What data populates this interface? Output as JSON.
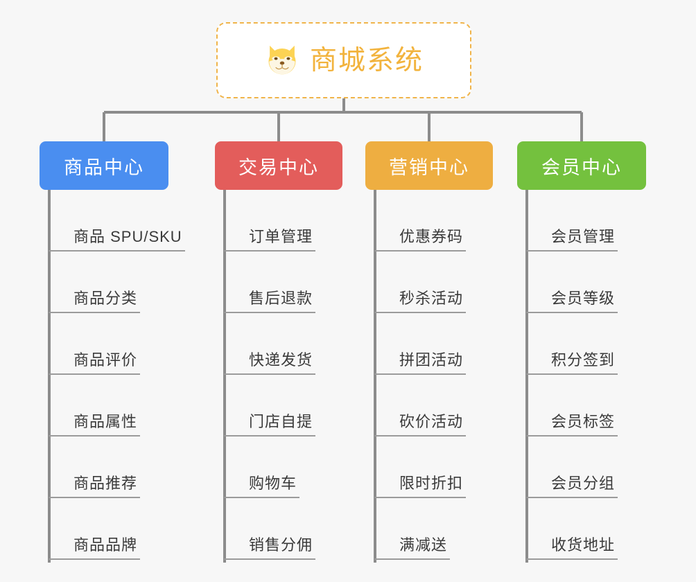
{
  "root": {
    "title": "商城系统",
    "icon": "shiba-dog-icon",
    "border_color": "#f0b44a",
    "text_color": "#f2b33d"
  },
  "canvas": {
    "background": "#f7f7f7",
    "connector_color": "#8c8c8c",
    "leaf_rule_color": "#9b9b9b"
  },
  "columns": [
    {
      "id": "product-center",
      "title": "商品中心",
      "color": "#4a8ef0",
      "items": [
        {
          "label": "商品 SPU/SKU"
        },
        {
          "label": "商品分类"
        },
        {
          "label": "商品评价"
        },
        {
          "label": "商品属性"
        },
        {
          "label": "商品推荐"
        },
        {
          "label": "商品品牌"
        }
      ]
    },
    {
      "id": "trade-center",
      "title": "交易中心",
      "color": "#e35d5b",
      "items": [
        {
          "label": "订单管理"
        },
        {
          "label": "售后退款"
        },
        {
          "label": "快递发货"
        },
        {
          "label": "门店自提"
        },
        {
          "label": "购物车"
        },
        {
          "label": "销售分佣"
        }
      ]
    },
    {
      "id": "marketing-center",
      "title": "营销中心",
      "color": "#eeae41",
      "items": [
        {
          "label": "优惠券码"
        },
        {
          "label": "秒杀活动"
        },
        {
          "label": "拼团活动"
        },
        {
          "label": "砍价活动"
        },
        {
          "label": "限时折扣"
        },
        {
          "label": "满减送"
        }
      ]
    },
    {
      "id": "member-center",
      "title": "会员中心",
      "color": "#74c13e",
      "items": [
        {
          "label": "会员管理"
        },
        {
          "label": "会员等级"
        },
        {
          "label": "积分签到"
        },
        {
          "label": "会员标签"
        },
        {
          "label": "会员分组"
        },
        {
          "label": "收货地址"
        }
      ]
    }
  ]
}
